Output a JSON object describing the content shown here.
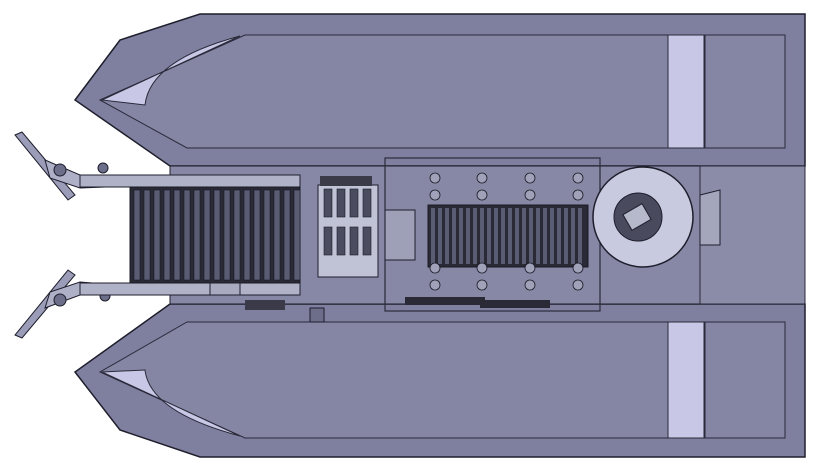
{
  "window": {
    "title": ""
  },
  "viewport": {
    "background": "#ffffff",
    "model": {
      "hull_color": "#7f80a0",
      "hull_edge_color": "#1e1e2c",
      "hull_highlight_color": "#c8c8e6",
      "deck_color": "#8486a4",
      "mechanism_line_color": "#1a1a24"
    },
    "parts": [
      {
        "name": "upper-hull",
        "kind": "pontoon"
      },
      {
        "name": "lower-hull",
        "kind": "pontoon"
      },
      {
        "name": "left-intake-arm-upper",
        "kind": "arm"
      },
      {
        "name": "left-intake-arm-lower",
        "kind": "arm"
      },
      {
        "name": "conveyor-belt",
        "kind": "conveyor"
      },
      {
        "name": "spring-module",
        "kind": "compressor"
      },
      {
        "name": "roller-module",
        "kind": "conveyor"
      },
      {
        "name": "collection-drum",
        "kind": "drum"
      },
      {
        "name": "rear-ramp",
        "kind": "ramp"
      }
    ]
  }
}
